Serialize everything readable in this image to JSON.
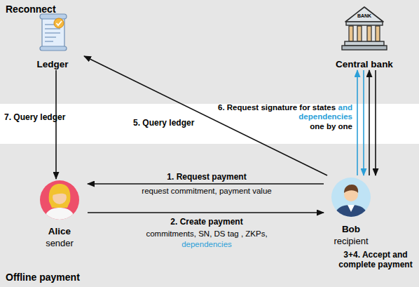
{
  "diagram": {
    "nodes": [
      {
        "text": [
          "Reconnect"
        ]
      },
      {
        "text": [
          "Ledger"
        ],
        "in": 0
      },
      {
        "text": [
          "Central bank"
        ],
        "in": 0
      },
      {
        "text": [
          "Offline payment"
        ]
      },
      {
        "text": [
          "Alice",
          "sender"
        ],
        "in": 3
      },
      {
        "text": [
          "Bob",
          "recipient"
        ],
        "in": 3
      }
    ],
    "edges": [
      {
        "from": 5,
        "to": 4,
        "label": "1. Request payment",
        "arrow": "to"
      },
      {
        "from": 4,
        "to": 5,
        "label": "2. Create payment",
        "arrow": "to"
      },
      {
        "from": 5,
        "to": 1,
        "label": "5. Query ledger",
        "arrow": "to"
      },
      {
        "from": 5,
        "to": 2,
        "arrow": "to"
      },
      {
        "from": 2,
        "to": 5,
        "arrow": "to"
      },
      {
        "from": 5,
        "to": 2,
        "arrow": "to"
      },
      {
        "from": 2,
        "to": 5,
        "arrow": "to"
      },
      {
        "from": 1,
        "to": 4,
        "label": "7. Query ledger",
        "arrow": "to"
      }
    ],
    "labels": [
      "request commitment, payment value",
      "commitments, SN, DS tag , ZKPs,",
      "dependencies",
      "3+4. Accept and complete payment",
      "6. Request signature for states",
      "and dependencies",
      "one by one",
      "BANK"
    ]
  }
}
